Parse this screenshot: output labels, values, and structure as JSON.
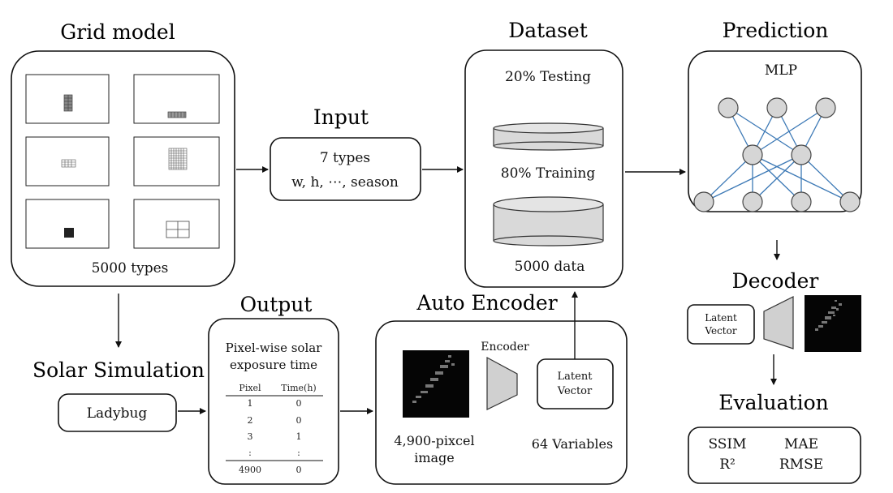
{
  "grid_model": {
    "title": "Grid model",
    "footer": "5000 types"
  },
  "input": {
    "title": "Input",
    "line1": "7 types",
    "line2": "w, h, ⋯, season"
  },
  "dataset": {
    "title": "Dataset",
    "testing": "20% Testing",
    "training": "80% Training",
    "footer": "5000 data"
  },
  "prediction": {
    "title": "Prediction",
    "model": "MLP",
    "layers": [
      3,
      2,
      4
    ]
  },
  "decoder": {
    "title": "Decoder",
    "latent_line1": "Latent",
    "latent_line2": "Vector"
  },
  "evaluation": {
    "title": "Evaluation",
    "metric1": "SSIM",
    "metric2": "MAE",
    "metric3": "R²",
    "metric4": "RMSE"
  },
  "solar_simulation": {
    "title": "Solar Simulation",
    "tool": "Ladybug"
  },
  "output": {
    "title": "Output",
    "desc_line1": "Pixel-wise solar",
    "desc_line2": "exposure time",
    "table_headers": [
      "Pixel",
      "Time(h)"
    ],
    "rows": [
      [
        "1",
        "0"
      ],
      [
        "2",
        "0"
      ],
      [
        "3",
        "1"
      ],
      [
        ":",
        ":"
      ]
    ],
    "last_row": [
      "4900",
      "0"
    ]
  },
  "auto_encoder": {
    "title": "Auto Encoder",
    "encoder_label": "Encoder",
    "latent_line1": "Latent",
    "latent_line2": "Vector",
    "image_line1": "4,900-pixcel",
    "image_line2": "image",
    "variables": "64 Variables"
  },
  "colors": {
    "mlp_node": "#d6d6d6",
    "mlp_edge": "#3b78b5",
    "cylinder": "#d9d9d9",
    "trapezoid": "#d0d0d0"
  }
}
